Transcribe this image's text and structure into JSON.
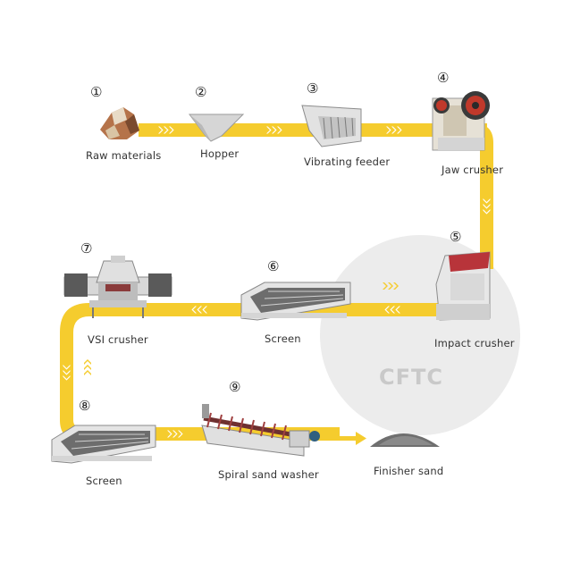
{
  "logo": "CFTC",
  "colors": {
    "flow": "#f5cc2e",
    "arrow": "#ffffff",
    "circle": "#ececec",
    "logo": "#c9c9c9"
  },
  "steps": [
    {
      "num": "①",
      "label": "Raw materials",
      "icon": "raw-materials-icon"
    },
    {
      "num": "②",
      "label": "Hopper",
      "icon": "hopper-icon"
    },
    {
      "num": "③",
      "label": "Vibrating feeder",
      "icon": "vibrating-feeder-icon"
    },
    {
      "num": "④",
      "label": "Jaw crusher",
      "icon": "jaw-crusher-icon"
    },
    {
      "num": "⑤",
      "label": "Impact crusher",
      "icon": "impact-crusher-icon"
    },
    {
      "num": "⑥",
      "label": "Screen",
      "icon": "screen-icon"
    },
    {
      "num": "⑦",
      "label": "VSI crusher",
      "icon": "vsi-crusher-icon"
    },
    {
      "num": "⑧",
      "label": "Screen",
      "icon": "screen-icon"
    },
    {
      "num": "⑨",
      "label": "Spiral sand washer",
      "icon": "spiral-sand-washer-icon"
    }
  ],
  "output": {
    "label": "Finisher sand",
    "icon": "sand-pile-icon"
  }
}
